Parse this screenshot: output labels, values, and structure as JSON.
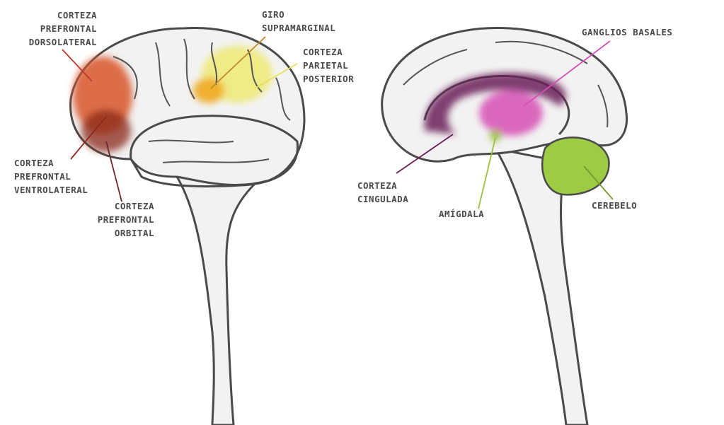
{
  "labels": {
    "dlpfc": [
      "CORTEZA",
      "PREFRONTAL",
      "DORSOLATERAL"
    ],
    "vlpfc": [
      "CORTEZA",
      "PREFRONTAL",
      "VENTROLATERAL"
    ],
    "ofc": [
      "CORTEZA",
      "PREFRONTAL",
      "ORBITAL"
    ],
    "smg": [
      "GIRO",
      "SUPRAMARGINAL"
    ],
    "ppc": [
      "CORTEZA",
      "PARIETAL",
      "POSTERIOR"
    ],
    "bg": [
      "GANGLIOS BASALES"
    ],
    "cingulate": [
      "CORTEZA",
      "CINGULADA"
    ],
    "amygdala": [
      "AMÍGDALA"
    ],
    "cerebellum": [
      "CEREBELO"
    ]
  },
  "colors": {
    "dlpfc": "#d9562a",
    "vlpfc": "#8b2a1a",
    "smg": "#f0a81e",
    "ppc": "#eeea7a",
    "cingulate": "#6b1f5a",
    "bg": "#d64fb4",
    "amygdala": "#9bc23c",
    "cerebellum": "#9dcc44",
    "outline": "#4a4a4a",
    "brain_fill": "#f2f2f2"
  }
}
